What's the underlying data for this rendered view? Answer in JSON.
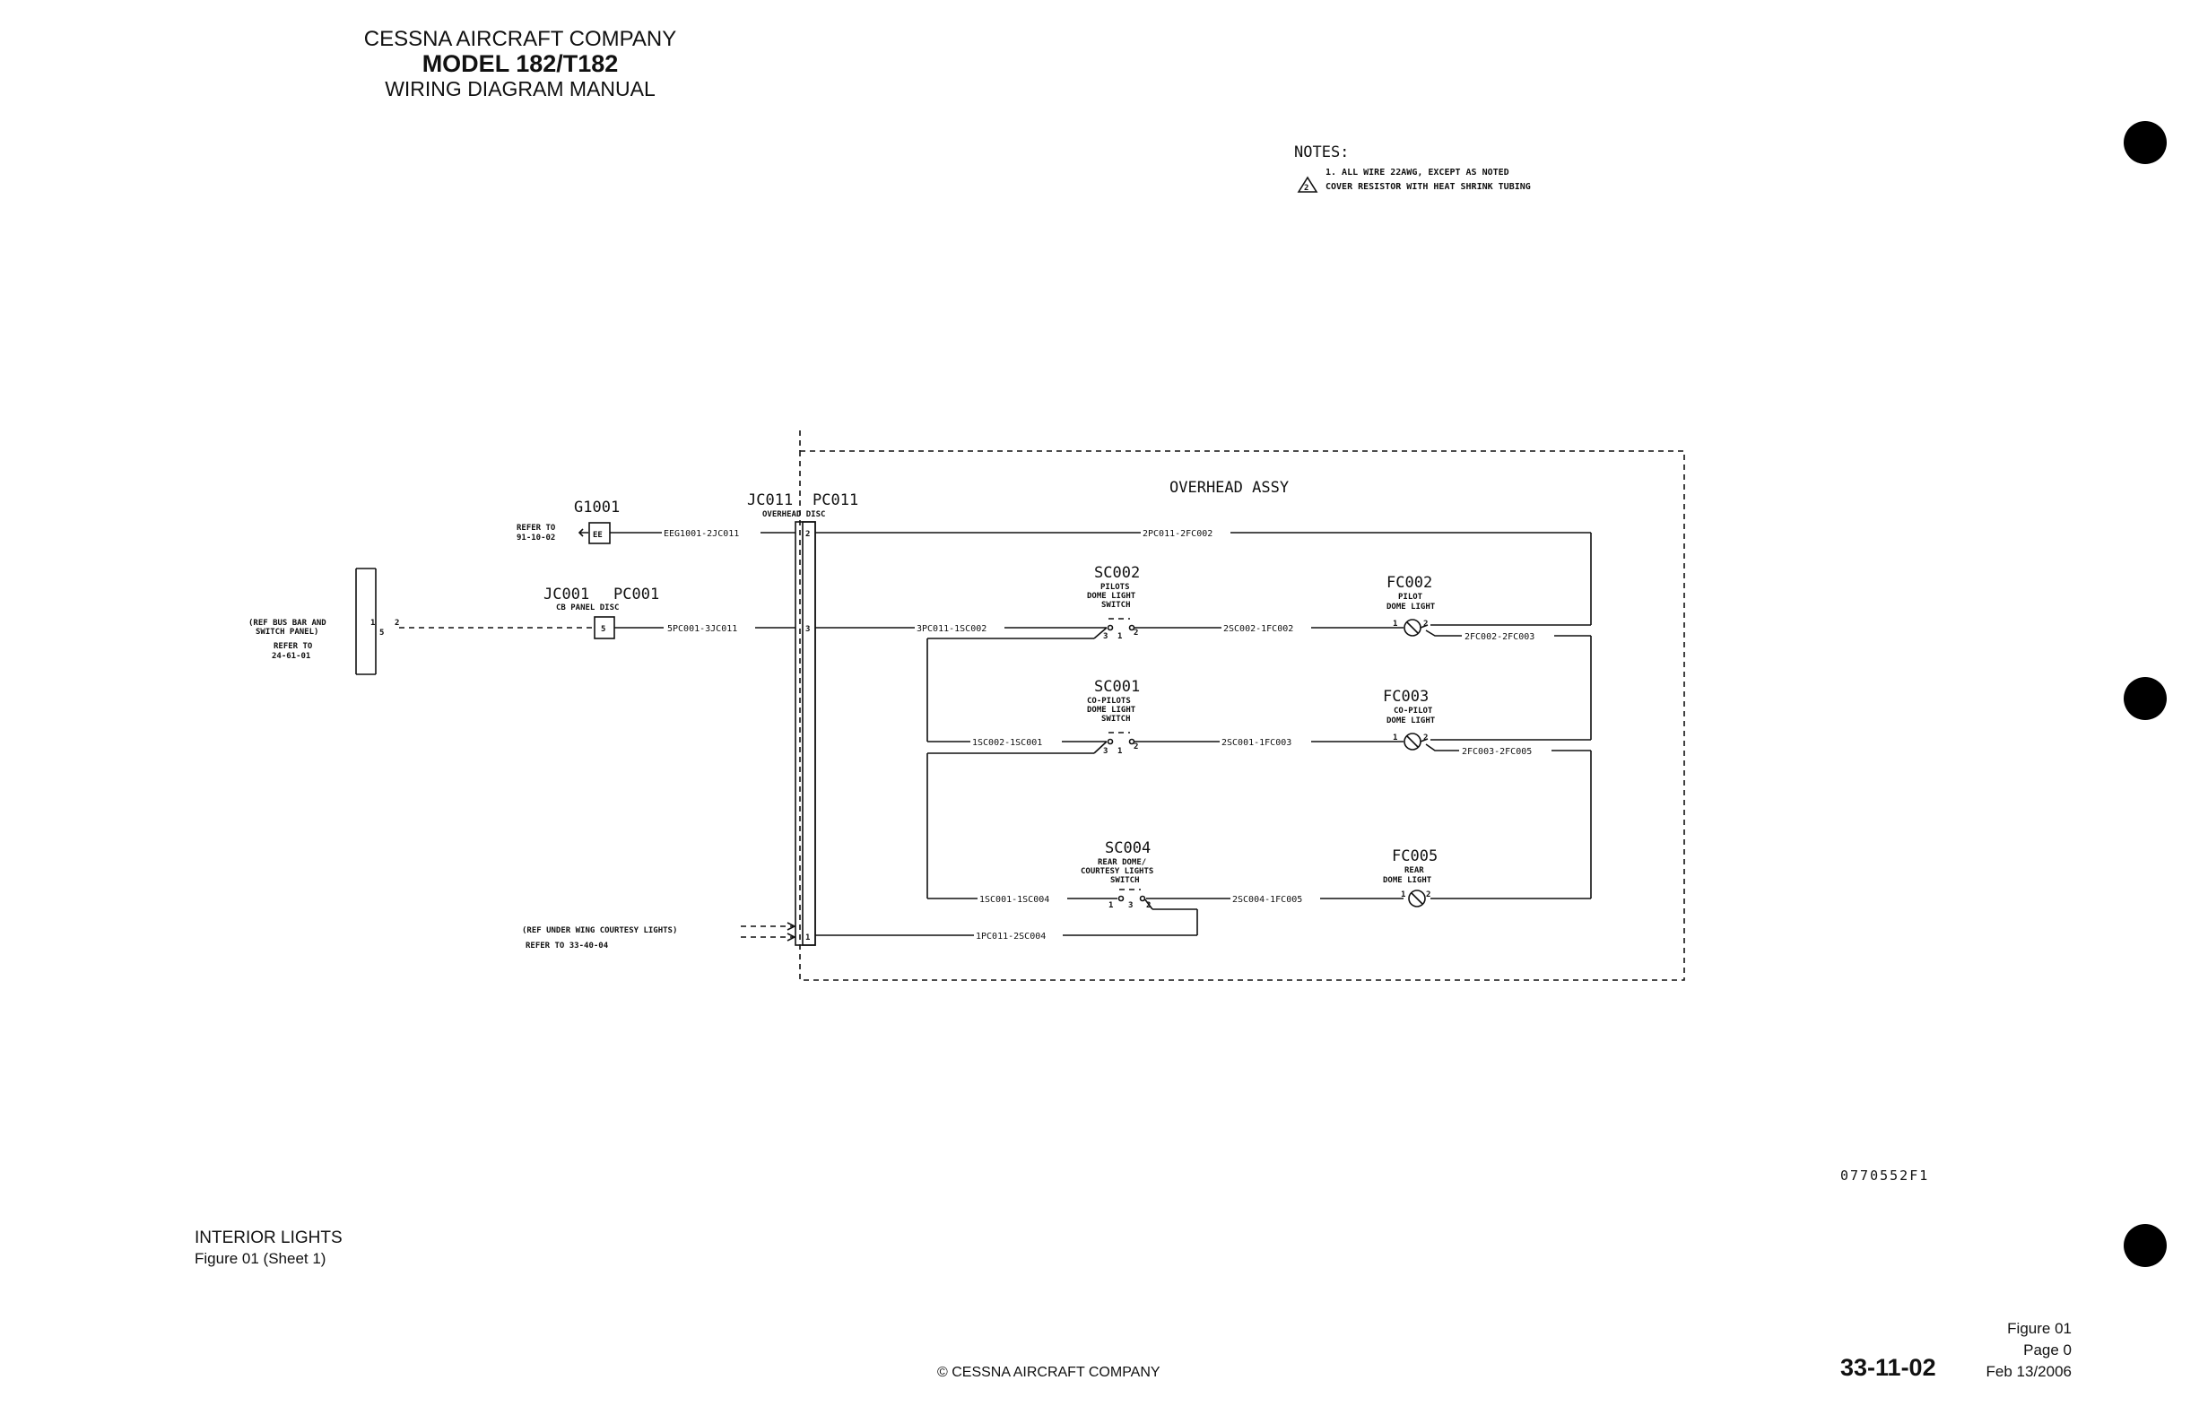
{
  "header": {
    "company": "CESSNA AIRCRAFT COMPANY",
    "model": "MODEL 182/T182",
    "manual": "WIRING DIAGRAM MANUAL"
  },
  "notes": {
    "title": "NOTES:",
    "items": [
      "1. ALL WIRE 22AWG, EXCEPT AS NOTED",
      "COVER RESISTOR WITH HEAT SHRINK TUBING"
    ],
    "item2_marker": "2"
  },
  "diagram": {
    "overhead_label": "OVERHEAD ASSY",
    "ref_bus": [
      "(REF BUS BAR AND",
      "SWITCH PANEL)",
      "REFER TO",
      "24-61-01"
    ],
    "ref_g1001": [
      "REFER TO",
      "91-10-02"
    ],
    "ref_wing": [
      "(REF UNDER WING COURTESY LIGHTS)",
      "REFER TO 33-40-04"
    ],
    "g1001": "G1001",
    "g1001_pin": "EE",
    "jc001": "JC001",
    "pc001": "PC001",
    "cb_panel": "CB PANEL DISC",
    "jc001_pin": "5",
    "jc011": "JC011",
    "pc011": "PC011",
    "overhead_disc": "OVERHEAD DISC",
    "bus_pins": {
      "p1": "1",
      "p5": "5",
      "p2": "2"
    },
    "conn_pins": {
      "top": "2",
      "mid": "3",
      "bot": "1"
    },
    "sc002": {
      "id": "SC002",
      "desc": [
        "PILOTS",
        "DOME LIGHT",
        "SWITCH"
      ]
    },
    "sc001": {
      "id": "SC001",
      "desc": [
        "CO-PILOTS",
        "DOME LIGHT",
        "SWITCH"
      ]
    },
    "sc004": {
      "id": "SC004",
      "desc": [
        "REAR DOME/",
        "COURTESY LIGHTS",
        "SWITCH"
      ]
    },
    "fc002": {
      "id": "FC002",
      "desc": [
        "PILOT",
        "DOME LIGHT"
      ]
    },
    "fc003": {
      "id": "FC003",
      "desc": [
        "CO-PILOT",
        "DOME LIGHT"
      ]
    },
    "fc005": {
      "id": "FC005",
      "desc": [
        "REAR",
        "DOME LIGHT"
      ]
    },
    "pin_labels": {
      "one": "1",
      "two": "2",
      "three": "3"
    },
    "wires": {
      "eeg": "EEG1001-2JC011",
      "pc011_fc002": "2PC011-2FC002",
      "pc001_jc011": "5PC001-3JC011",
      "pc011_sc002": "3PC011-1SC002",
      "sc002_fc002": "2SC002-1FC002",
      "fc002_fc003": "2FC002-2FC003",
      "sc002_sc001": "1SC002-1SC001",
      "sc001_fc003": "2SC001-1FC003",
      "fc003_fc005": "2FC003-2FC005",
      "sc001_sc004": "1SC001-1SC004",
      "sc004_fc005": "2SC004-1FC005",
      "pc011_sc004": "1PC011-2SC004"
    }
  },
  "footer": {
    "figure_title": "INTERIOR LIGHTS",
    "figure_sheet": "Figure 01 (Sheet 1)",
    "drawing_number": "0770552F1",
    "copyright": "© CESSNA AIRCRAFT COMPANY",
    "doc_number": "33-11-02",
    "figure": "Figure 01",
    "page": "Page 0",
    "date": "Feb 13/2006"
  }
}
